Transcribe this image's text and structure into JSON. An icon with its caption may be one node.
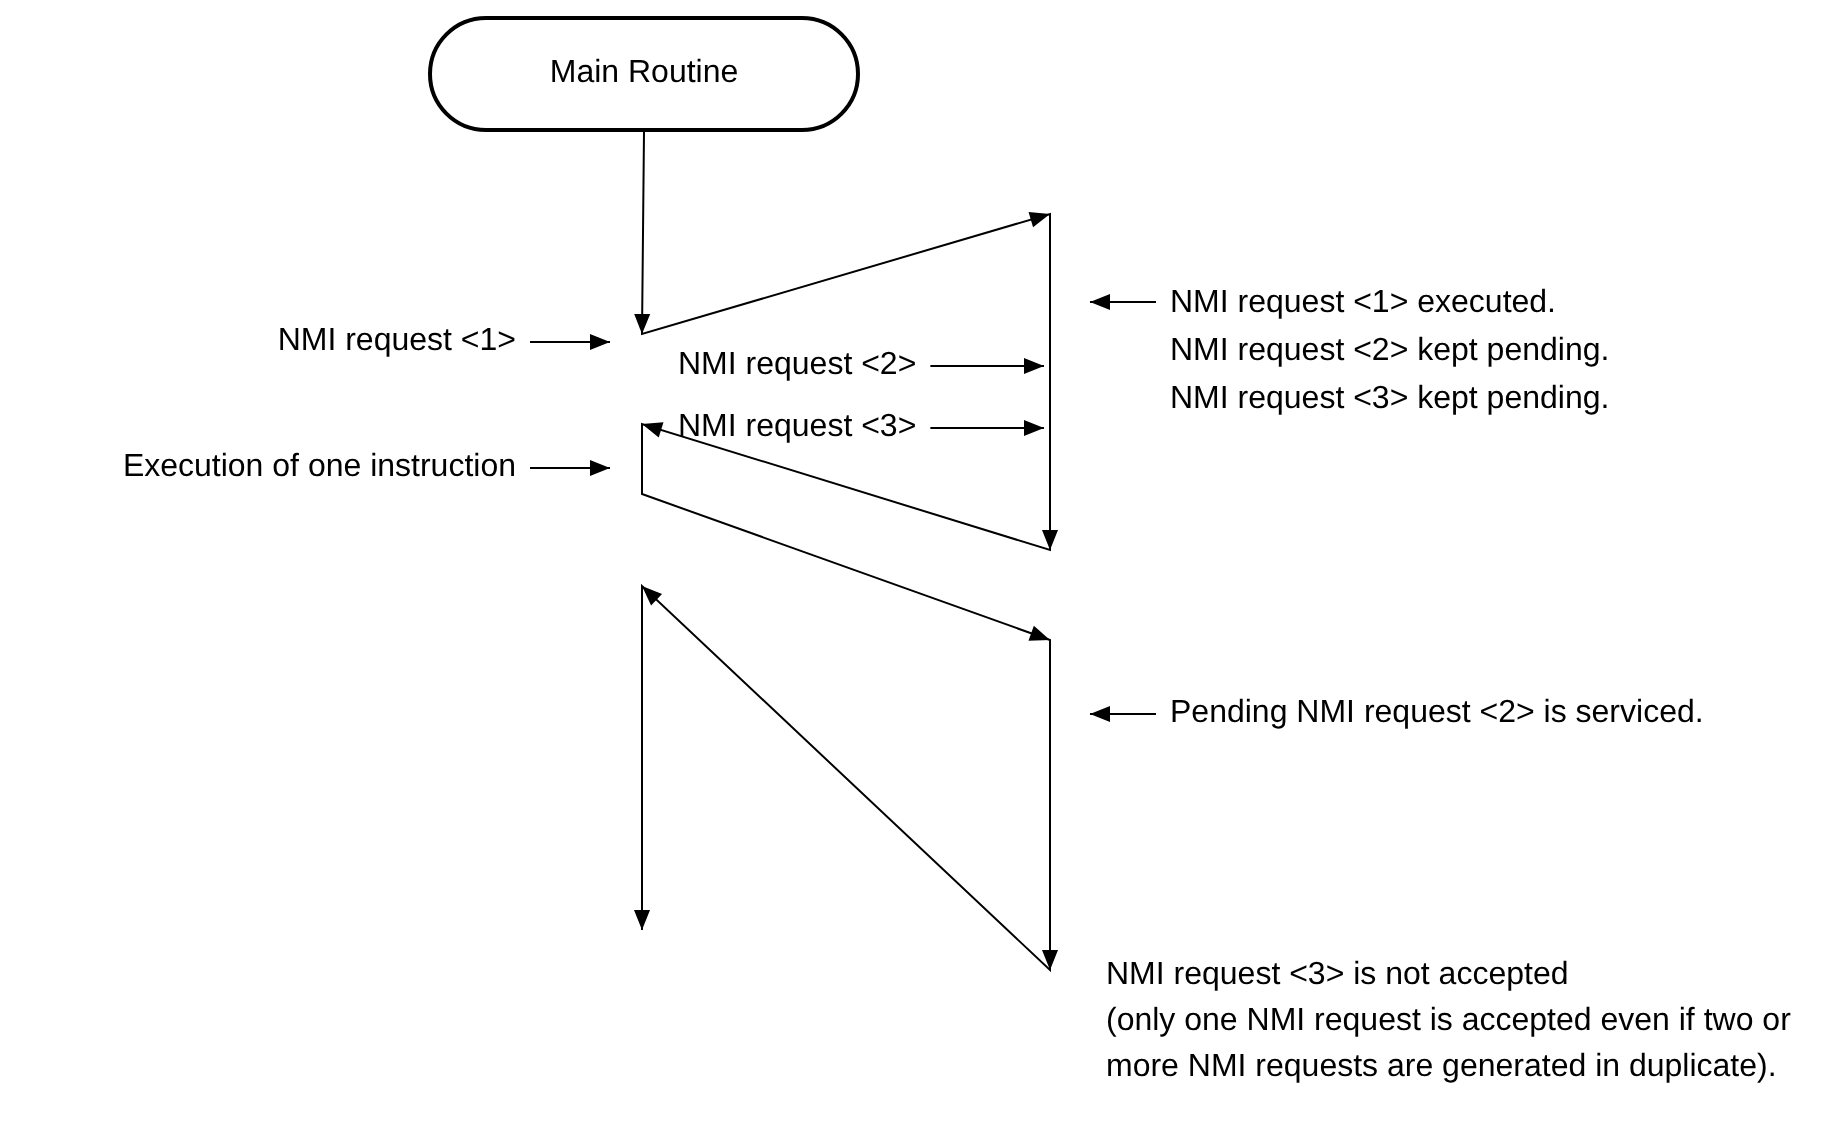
{
  "diagram": {
    "nodes": [
      {
        "text": [
          "Main Routine"
        ]
      },
      {
        "text": [
          "NMI request <1>"
        ]
      },
      {
        "text": [
          "NMI request <2>"
        ]
      },
      {
        "text": [
          "NMI request <3>"
        ]
      },
      {
        "text": [
          "Execution of one instruction"
        ]
      },
      {
        "text": [
          "NMI request <1> executed.",
          "NMI request <2> kept pending.",
          "NMI request <3> kept pending."
        ]
      },
      {
        "text": [
          "Pending NMI request <2> is serviced."
        ]
      }
    ],
    "edges": [
      {
        "from": 0,
        "to": null,
        "arrow": "to"
      },
      {
        "from": 1,
        "to": null,
        "arrow": "to"
      },
      {
        "from": 2,
        "to": null,
        "arrow": "to"
      },
      {
        "from": 3,
        "to": null,
        "arrow": "to"
      },
      {
        "from": 4,
        "to": null,
        "arrow": "to"
      },
      {
        "from": 5,
        "to": null,
        "arrow": "to"
      },
      {
        "from": 6,
        "to": null,
        "arrow": "to"
      }
    ],
    "labels": [
      "NMI request <3> is not accepted",
      "(only one NMI request is accepted even if two or more NMI requests are generated in duplicate)."
    ]
  }
}
